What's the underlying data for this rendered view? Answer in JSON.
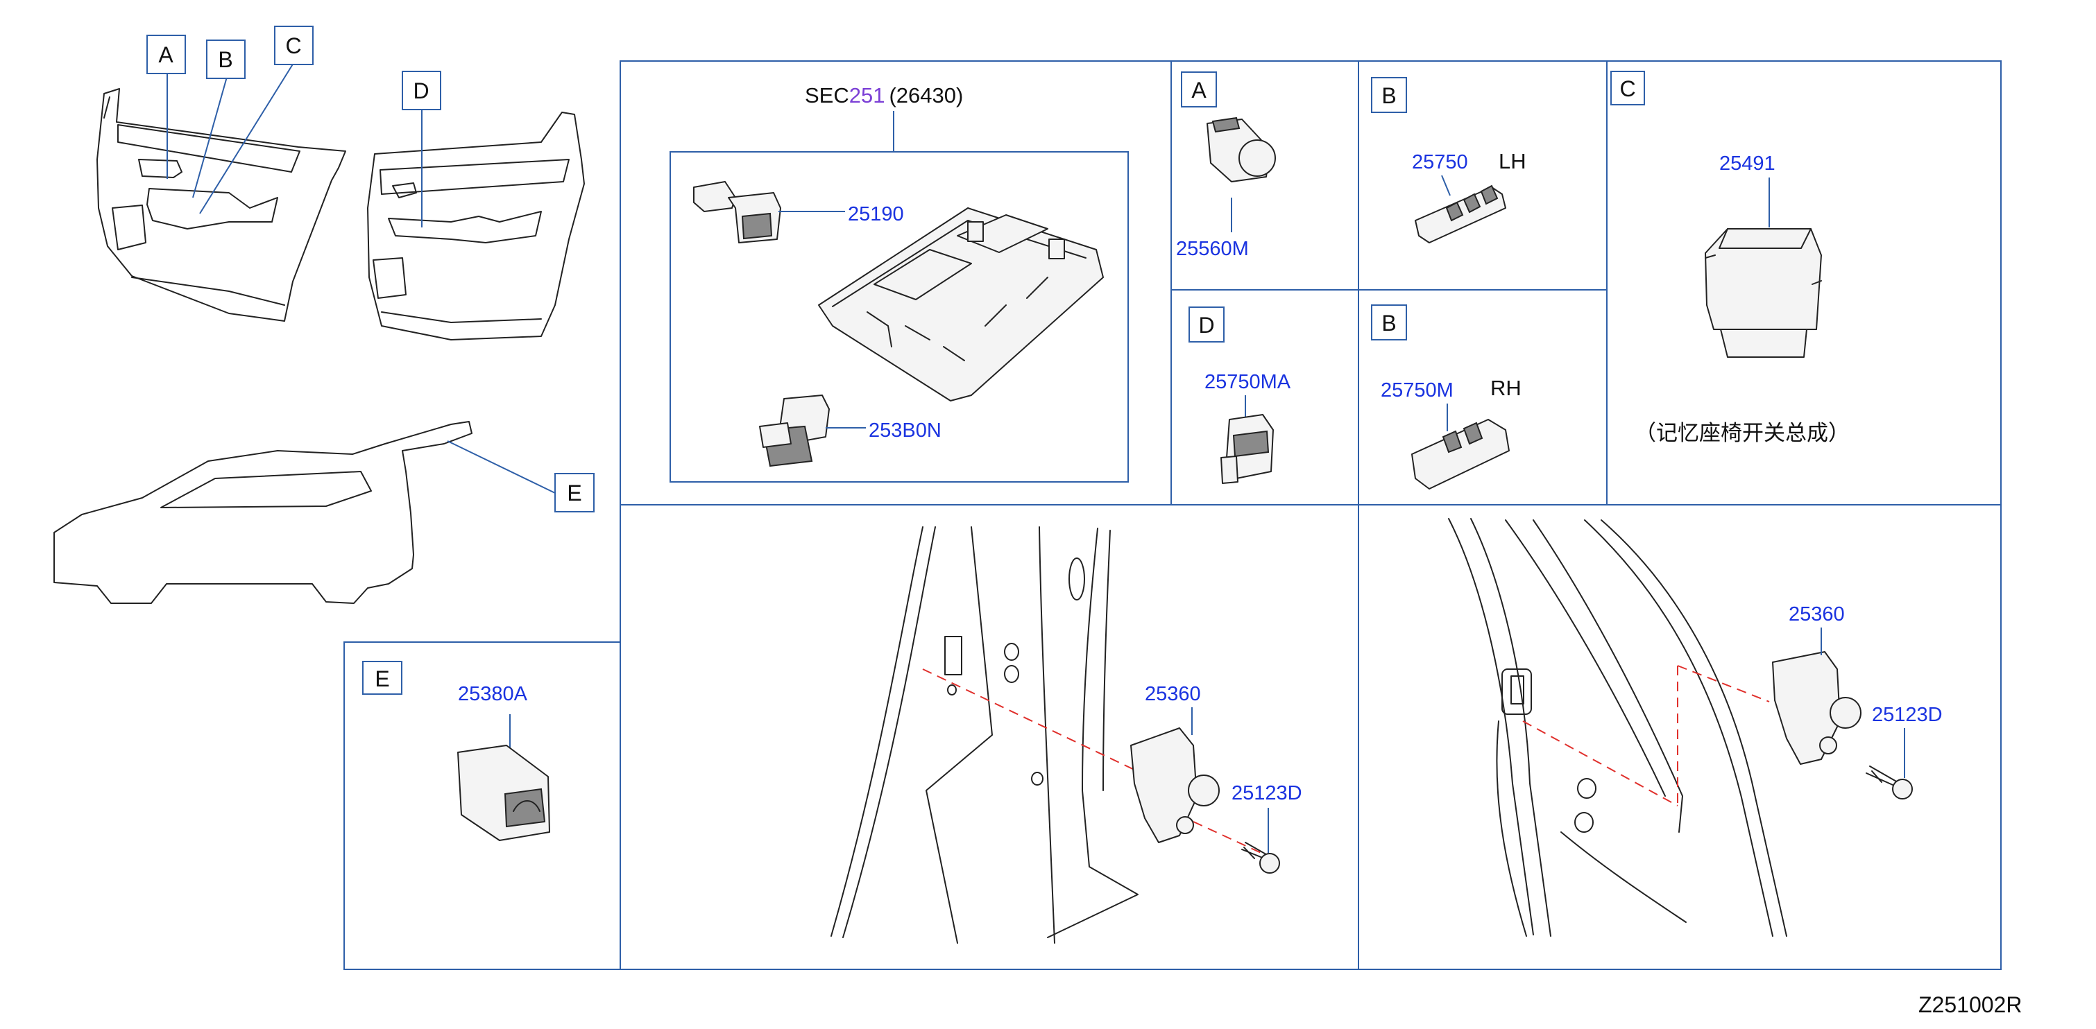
{
  "callouts": {
    "a": "A",
    "b": "B",
    "c": "C",
    "d": "D",
    "e": "E"
  },
  "overhead_console": {
    "sec_prefix": "SEC",
    "sec_number": "251",
    "sec_part": "(26430)",
    "part_switch": "25190",
    "part_lower": "253B0N"
  },
  "panel_a": {
    "part": "25560M"
  },
  "panel_b_lh": {
    "part": "25750",
    "side": "LH"
  },
  "panel_b_rh": {
    "part": "25750M",
    "side": "RH"
  },
  "panel_c": {
    "part": "25491",
    "description": "（记忆座椅开关总成）"
  },
  "panel_d": {
    "part": "25750MA"
  },
  "panel_e": {
    "part": "25380A"
  },
  "door_switch_front": {
    "switch": "25360",
    "screw": "25123D"
  },
  "door_switch_rear": {
    "switch": "25360",
    "screw": "25123D"
  },
  "figure_id": "Z251002R",
  "colors": {
    "frame": "#2e5fa8",
    "part_number": "#1a33e0",
    "section_ref": "#7b3fd6",
    "dashed_line": "#e0302c"
  }
}
